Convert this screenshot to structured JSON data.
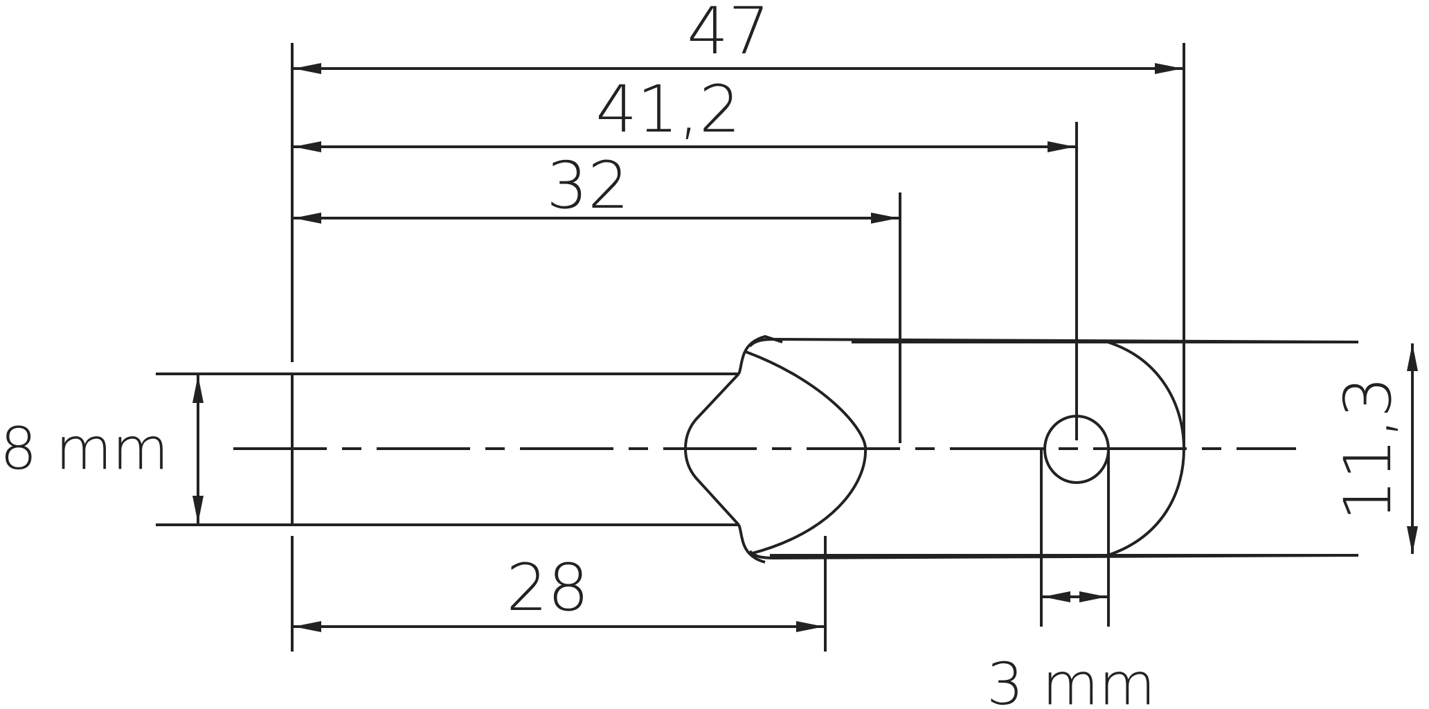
{
  "drawing": {
    "type": "technical-dimension-drawing",
    "line_color": "#222222",
    "background": "#ffffff"
  },
  "dimensions": {
    "overall_length": {
      "label": "47"
    },
    "hole_center": {
      "label": "41,2"
    },
    "body_end": {
      "label": "32"
    },
    "shaft_length": {
      "label": "28"
    },
    "shaft_diameter": {
      "label": "8 mm"
    },
    "head_height": {
      "label": "11,3"
    },
    "slot_width": {
      "label": "3 mm"
    }
  }
}
